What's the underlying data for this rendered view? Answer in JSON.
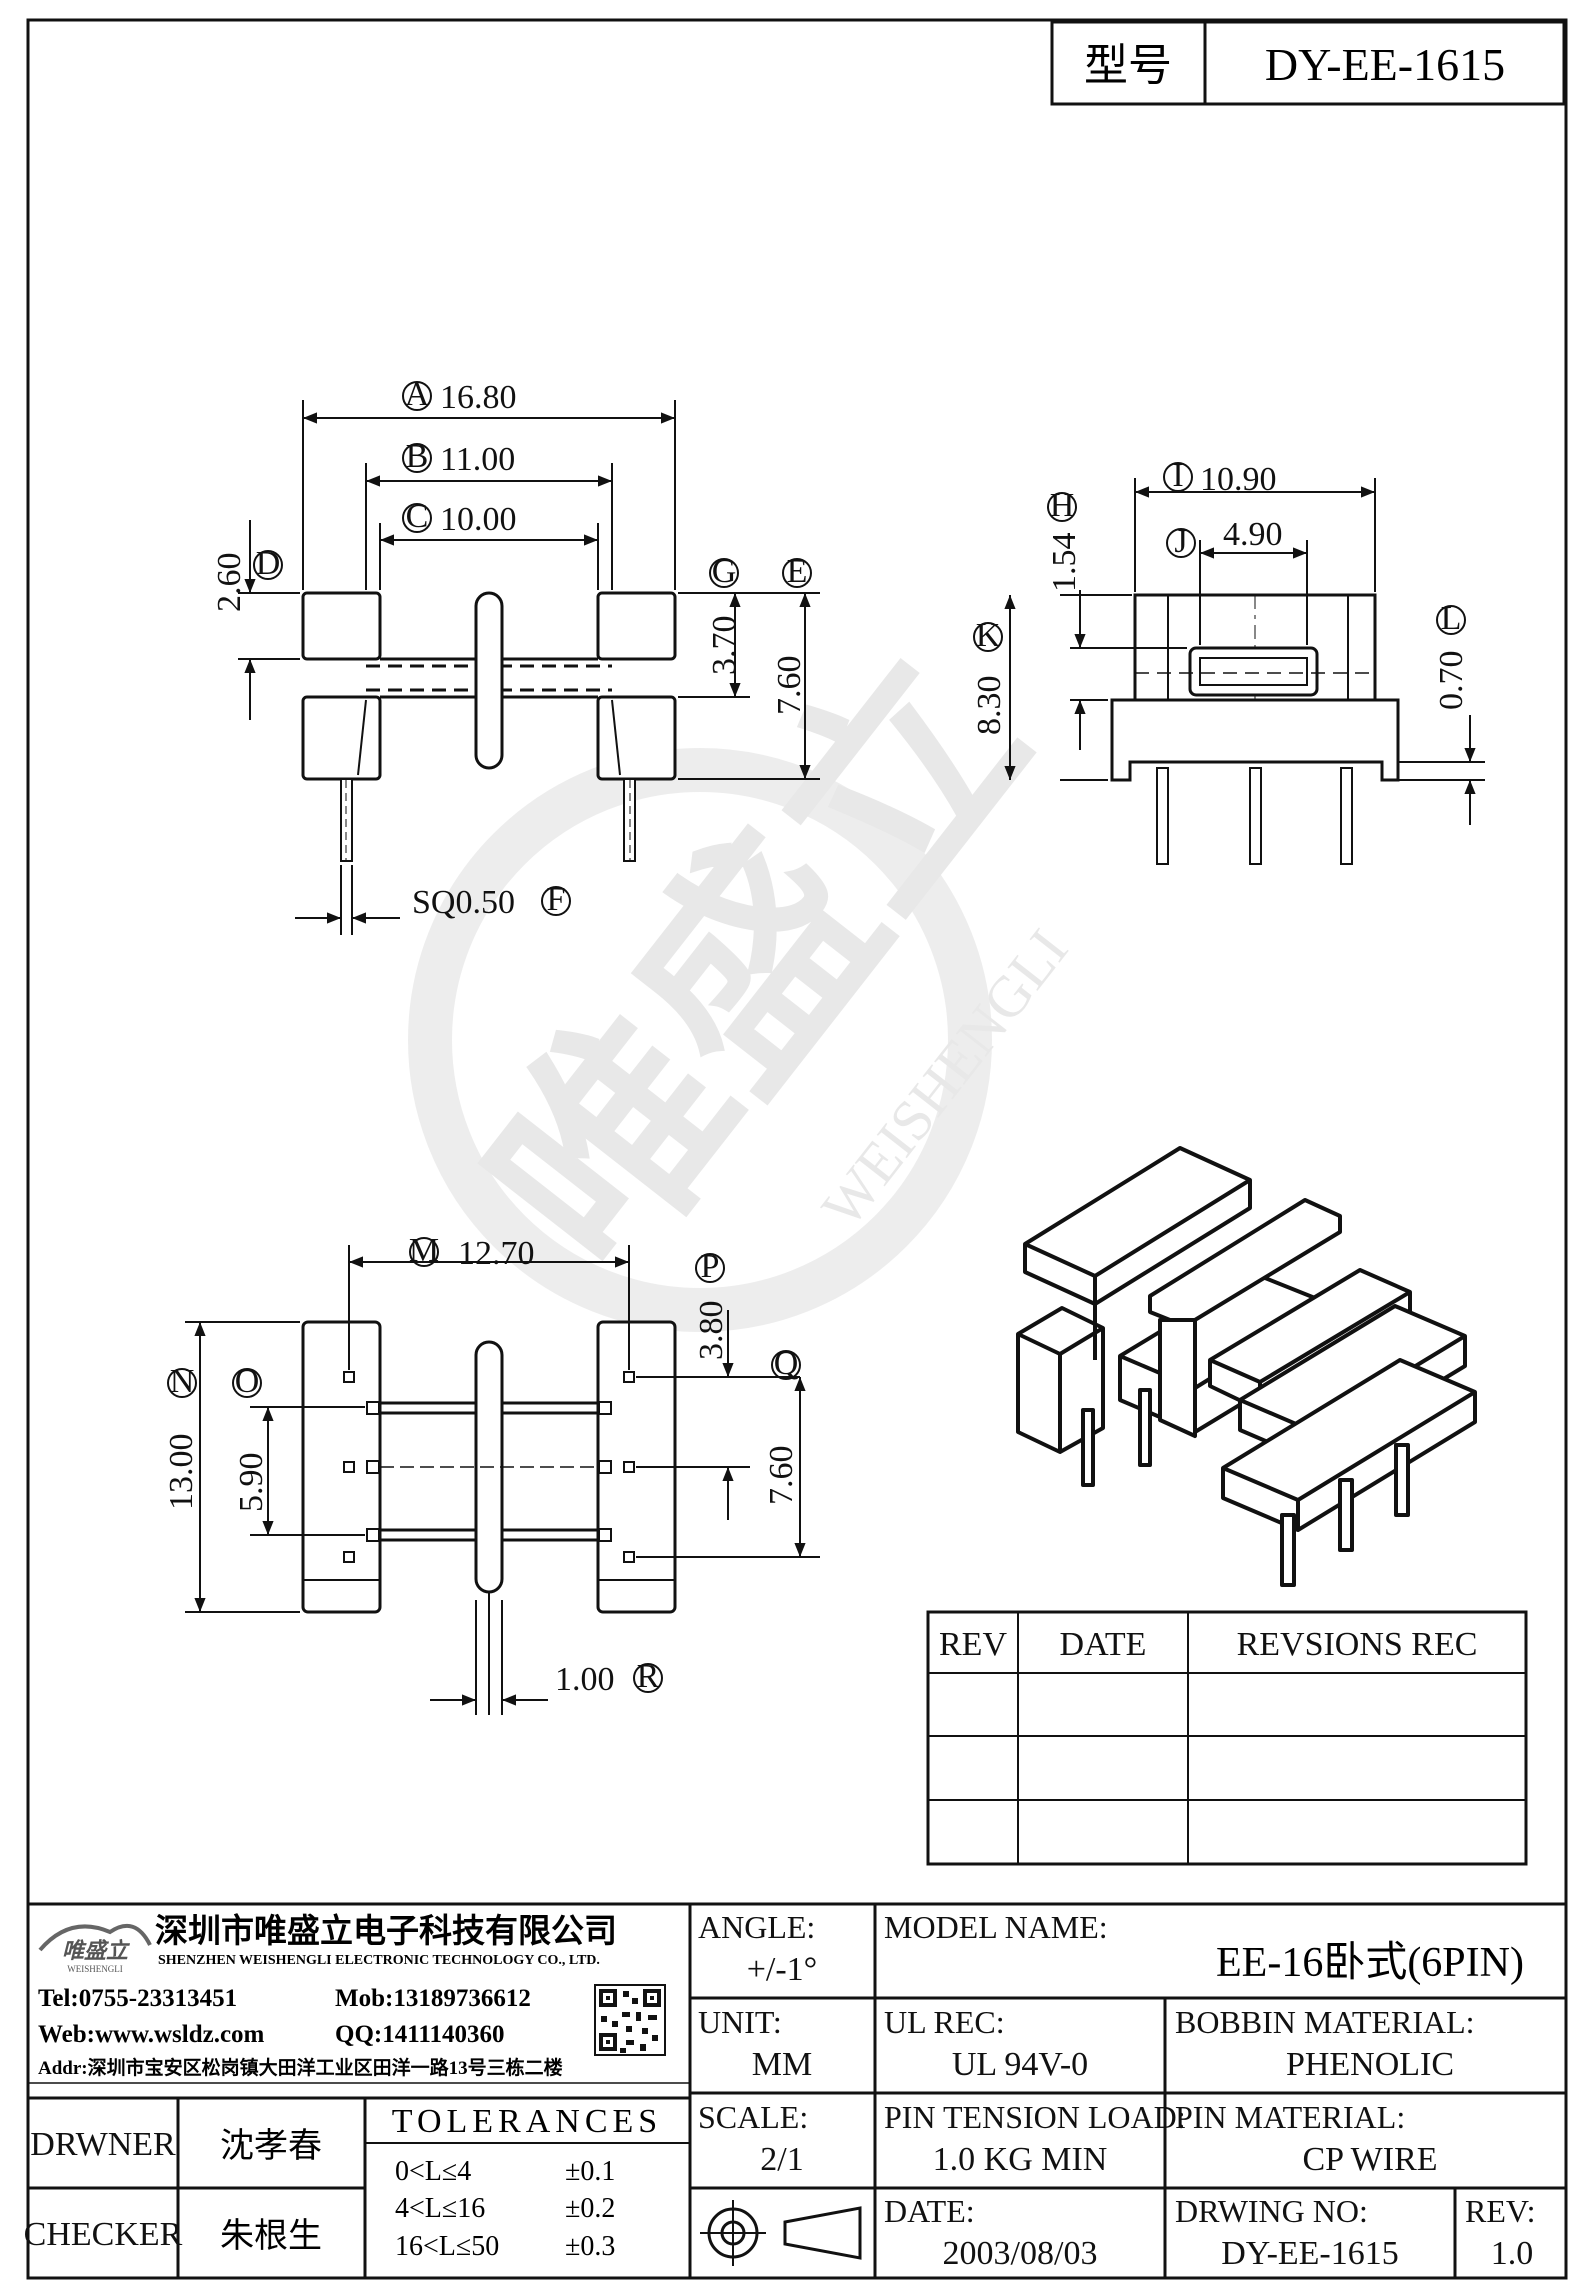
{
  "title_block_top": {
    "model_label": "型号",
    "model_value": "DY-EE-1615"
  },
  "dimensions": {
    "A": {
      "letter": "A",
      "value": "16.80"
    },
    "B": {
      "letter": "B",
      "value": "11.00"
    },
    "C": {
      "letter": "C",
      "value": "10.00"
    },
    "D": {
      "letter": "D",
      "value": "2.60"
    },
    "E": {
      "letter": "E",
      "value": "7.60"
    },
    "F": {
      "letter": "F",
      "value": "SQ0.50"
    },
    "G": {
      "letter": "G",
      "value": "3.70"
    },
    "H": {
      "letter": "H",
      "value": "1.54"
    },
    "I": {
      "letter": "I",
      "value": "10.90"
    },
    "J": {
      "letter": "J",
      "value": "4.90"
    },
    "K": {
      "letter": "K",
      "value": "8.30"
    },
    "L": {
      "letter": "L",
      "value": "0.70"
    },
    "M": {
      "letter": "M",
      "value": "12.70"
    },
    "N": {
      "letter": "N",
      "value": "13.00"
    },
    "O": {
      "letter": "O",
      "value": "5.90"
    },
    "P": {
      "letter": "P",
      "value": "3.80"
    },
    "Q": {
      "letter": "Q",
      "value": "7.60"
    },
    "R": {
      "letter": "R",
      "value": "1.00"
    }
  },
  "watermark": {
    "brand_cn": "唯盛立",
    "brand_en": "WEISHENGLI"
  },
  "revisions": {
    "headers": [
      "REV",
      "DATE",
      "REVSIONS REC"
    ],
    "rows": [
      [
        "",
        "",
        ""
      ],
      [
        "",
        "",
        ""
      ],
      [
        "",
        "",
        ""
      ]
    ]
  },
  "company": {
    "logo_text": "唯盛立",
    "logo_sub": "WEISHENGLI",
    "name_cn": "深圳市唯盛立电子科技有限公司",
    "name_en": "SHENZHEN WEISHENGLI ELECTRONIC TECHNOLOGY CO., LTD.",
    "tel": "Tel:0755-23313451",
    "mob": "Mob:13189736612",
    "web": "Web:www.wsldz.com",
    "qq": "QQ:1411140360",
    "addr": "Addr:深圳市宝安区松岗镇大田洋工业区田洋一路13号三栋二楼"
  },
  "title_block": {
    "angle_label": "ANGLE:",
    "angle_value": "+/-1°",
    "model_name_label": "MODEL NAME:",
    "model_name_value": "EE-16卧式(6PIN)",
    "unit_label": "UNIT:",
    "unit_value": "MM",
    "ul_label": "UL REC:",
    "ul_value": "UL 94V-0",
    "bobbin_label": "BOBBIN MATERIAL:",
    "bobbin_value": "PHENOLIC",
    "scale_label": "SCALE:",
    "scale_value": "2/1",
    "pin_tension_label": "PIN TENSION LOAD:",
    "pin_tension_value": "1.0 KG MIN",
    "pin_material_label": "PIN MATERIAL:",
    "pin_material_value": "CP WIRE",
    "date_label": "DATE:",
    "date_value": "2003/08/03",
    "drwing_no_label": "DRWING NO:",
    "drwing_no_value": "DY-EE-1615",
    "rev_label": "REV:",
    "rev_value": "1.0",
    "drwner_label": "DRWNER",
    "drwner_value": "沈孝春",
    "checker_label": "CHECKER",
    "checker_value": "朱根生",
    "tolerances_label": "TOLERANCES",
    "tolerances": [
      {
        "range": "0<L≤4",
        "value": "±0.1"
      },
      {
        "range": "4<L≤16",
        "value": "±0.2"
      },
      {
        "range": "16<L≤50",
        "value": "±0.3"
      }
    ]
  }
}
